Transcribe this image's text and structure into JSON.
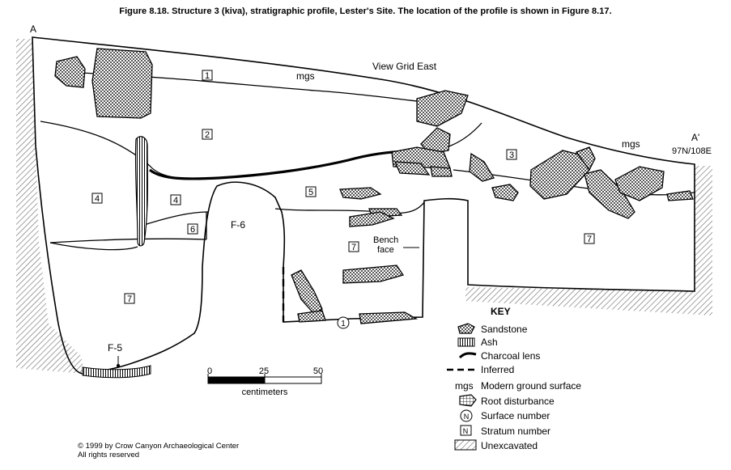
{
  "figure": {
    "title": "Figure 8.18.  Structure 3 (kiva), stratigraphic profile, Lester's Site. The location of the profile is shown in Figure 8.17.",
    "view_label": "View Grid East",
    "endpoint_left": "A",
    "endpoint_right": "A'",
    "grid_location": "97N/108E",
    "mgs_label": "mgs",
    "features": {
      "f6": "F-6",
      "f5": "F-5"
    },
    "bench_label_line1": "Bench",
    "bench_label_line2": "face",
    "strata": [
      "1",
      "2",
      "3",
      "4",
      "4",
      "5",
      "6",
      "7",
      "7",
      "7"
    ],
    "surface_number": "1"
  },
  "scale": {
    "ticks": [
      "0",
      "25",
      "50"
    ],
    "unit": "centimeters"
  },
  "key": {
    "title": "KEY",
    "items": [
      {
        "symbol": "sandstone-swatch",
        "label": "Sandstone"
      },
      {
        "symbol": "ash-swatch",
        "label": "Ash"
      },
      {
        "symbol": "charcoal-swatch",
        "label": "Charcoal lens"
      },
      {
        "symbol": "inferred-swatch",
        "label": "Inferred"
      },
      {
        "symbol": "mgs-text",
        "abbr": "mgs",
        "label": "Modern ground surface"
      },
      {
        "symbol": "root-swatch",
        "label": "Root disturbance"
      },
      {
        "symbol": "surface-swatch",
        "glyph": "N",
        "label": "Surface number"
      },
      {
        "symbol": "stratum-swatch",
        "glyph": "N",
        "label": "Stratum number"
      },
      {
        "symbol": "unexcavated-swatch",
        "label": "Unexcavated"
      }
    ]
  },
  "copyright": {
    "line1": "© 1999 by Crow Canyon Archaeological Center",
    "line2": "All rights reserved"
  }
}
